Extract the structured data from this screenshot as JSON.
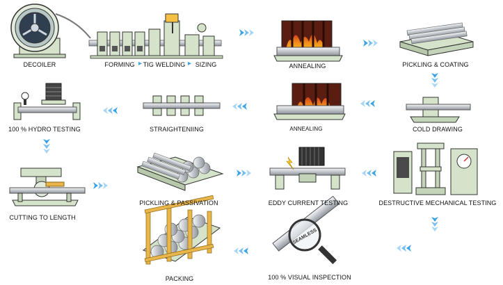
{
  "steps": [
    {
      "label": "DECOILER"
    },
    {
      "label": "FORMING"
    },
    {
      "label": "TIG WELDING"
    },
    {
      "label": "SIZING"
    },
    {
      "label": "ANNEALING"
    },
    {
      "label": "PICKLING & COATING"
    },
    {
      "label": "COLD DRAWING"
    },
    {
      "label": "ANNEALING"
    },
    {
      "label": "STRAIGHTENIING"
    },
    {
      "label": "100 % HYDRO TESTING"
    },
    {
      "label": "CUTTING TO LENGTH"
    },
    {
      "label": "PICKLING & PASSIVATION"
    },
    {
      "label": "EDDY CURRENT TESTING"
    },
    {
      "label": "DESTRUCTIVE MECHANICAL TESTING"
    },
    {
      "label": "100 % VISUAL INSPECTION"
    },
    {
      "label": "PACKING"
    }
  ],
  "separators": {
    "arrow": "▸"
  },
  "inspection_text": "SEAMLESS",
  "colors": {
    "machine_green": "#d4e3c9",
    "machine_dark": "#4a4a4a",
    "pipe": "#c9ccd1",
    "fire": "#f08a1c",
    "flow_arrow": "#3ba3e6",
    "lumber": "#e8b64a"
  }
}
